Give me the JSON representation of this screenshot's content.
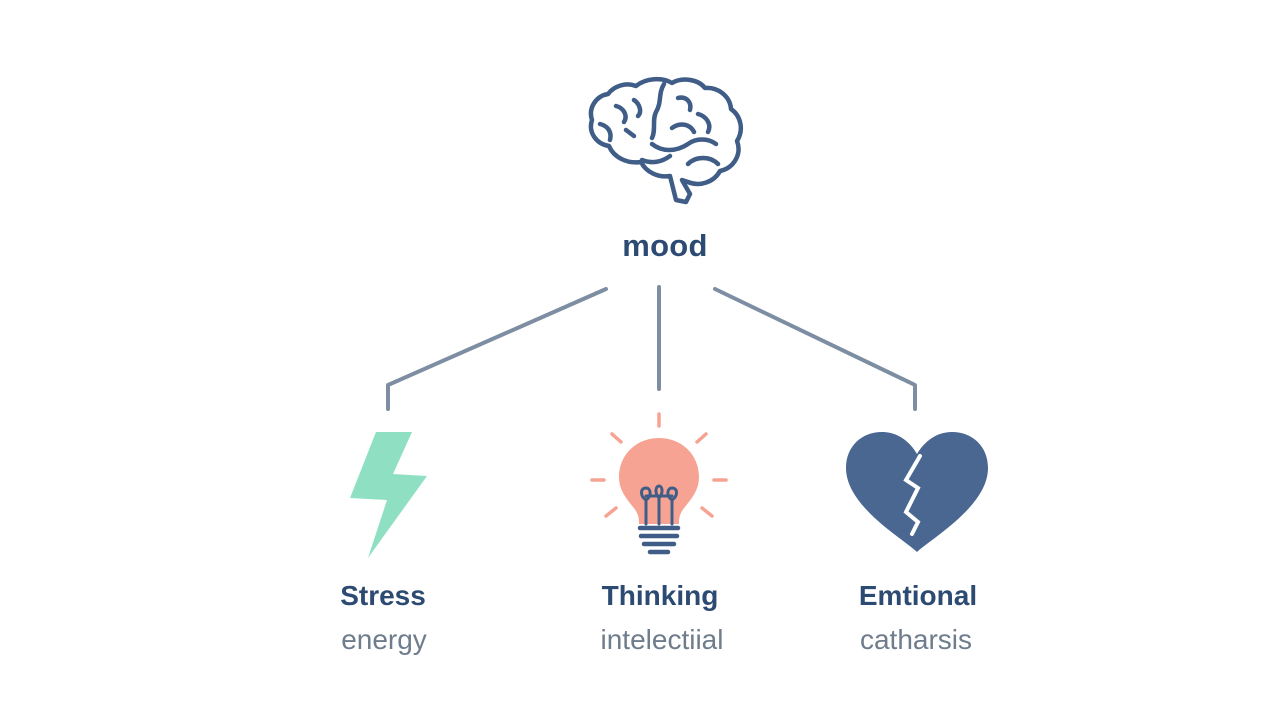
{
  "root": {
    "label": "mood",
    "icon": "brain-icon"
  },
  "branches": [
    {
      "title": "Stress",
      "subtitle": "energy",
      "icon": "lightning-bolt-icon",
      "color": "#8fe0c2"
    },
    {
      "title": "Thinking",
      "subtitle": "intelectiial",
      "icon": "lightbulb-icon",
      "color": "#f7a393"
    },
    {
      "title": "Emtional",
      "subtitle": "catharsis",
      "icon": "broken-heart-icon",
      "color": "#4a6791"
    }
  ],
  "colors": {
    "heading": "#2c4a72",
    "subtext": "#6e7c8c",
    "connector": "#7d8ea3"
  }
}
